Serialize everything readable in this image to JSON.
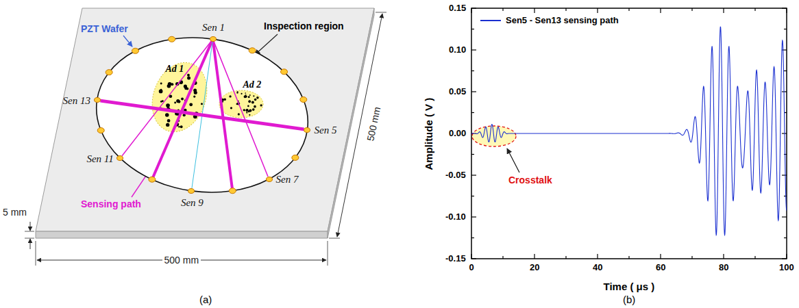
{
  "diagram": {
    "nodes": [
      {
        "text": [
          "Sen 1"
        ]
      },
      {
        "text": [
          "Sen 13"
        ]
      },
      {
        "text": [
          "Sen 5"
        ]
      },
      {
        "text": [
          "Sen 11"
        ]
      },
      {
        "text": [
          "Sen 9"
        ]
      },
      {
        "text": [
          "Sen 7"
        ]
      }
    ],
    "edges": [
      {
        "from": 0,
        "to": 3,
        "arrow": "none"
      },
      {
        "from": 0,
        "to": 4,
        "arrow": "none"
      },
      {
        "from": 0,
        "to": 5,
        "arrow": "none"
      },
      {
        "from": 1,
        "to": 2,
        "arrow": "none"
      }
    ],
    "labels": [
      "PZT Wafer",
      "Inspection region",
      "Ad 1",
      "Ad 2",
      "Sensing path",
      "500 mm",
      "500 mm",
      "5 mm",
      "(a)",
      "Crosstalk",
      "Amplitude ( V )",
      "Time ( μs )",
      "0.15",
      "0.10",
      "0.05",
      "0.00",
      "-0.05",
      "-0.10",
      "-0.15",
      "0",
      "20",
      "40",
      "60",
      "80",
      "100",
      "(b)"
    ],
    "legend": [
      {
        "text": "Sen5 - Sen13 sensing path"
      }
    ]
  }
}
